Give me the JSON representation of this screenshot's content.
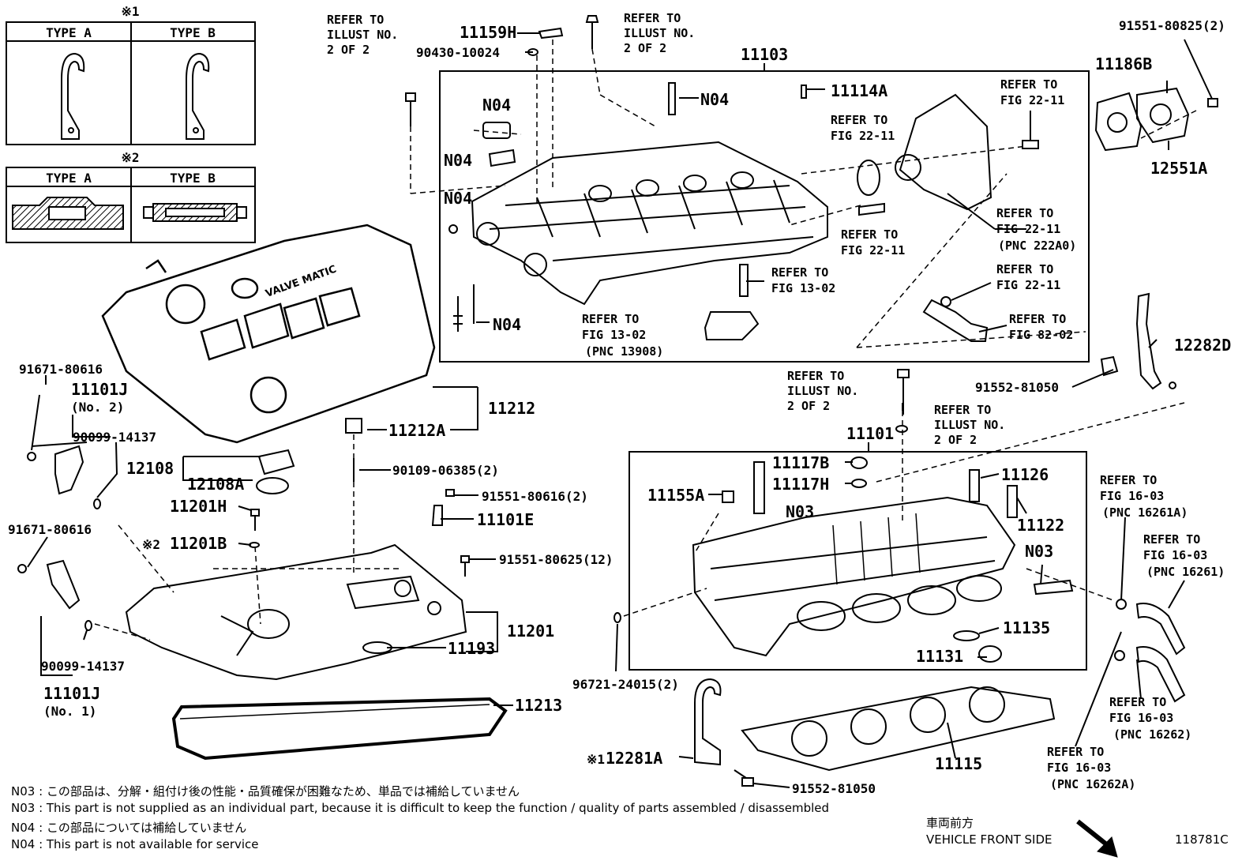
{
  "types1": {
    "mark": "※1",
    "a": "TYPE A",
    "b": "TYPE B"
  },
  "types2": {
    "mark": "※2",
    "a": "TYPE A",
    "b": "TYPE B"
  },
  "refs": {
    "illust_left": [
      "REFER TO",
      "ILLUST NO.",
      "2 OF 2"
    ],
    "illust_top": [
      "REFER TO",
      "ILLUST NO.",
      "2 OF 2"
    ],
    "illust_mid": [
      "REFER TO",
      "ILLUST NO.",
      "2 OF 2"
    ],
    "illust_mid2": [
      "REFER TO",
      "ILLUST NO.",
      "2 OF 2"
    ],
    "fig2211_a": [
      "REFER TO",
      "FIG 22-11"
    ],
    "fig2211_b": [
      "REFER TO",
      "FIG 22-11"
    ],
    "fig2211_c": [
      "REFER TO",
      "FIG 22-11"
    ],
    "fig2211_d": [
      "REFER TO",
      "FIG 22-11",
      "(PNC 222A0)"
    ],
    "fig2211_e": [
      "REFER TO",
      "FIG 22-11"
    ],
    "fig1302_a": [
      "REFER TO",
      "FIG 13-02"
    ],
    "fig1302_b": [
      "REFER TO",
      "FIG 13-02",
      "(PNC 13908)"
    ],
    "fig8202": [
      "REFER TO",
      "FIG 82-02"
    ],
    "fig1603_a": [
      "REFER TO",
      "FIG 16-03",
      "(PNC 16261A)"
    ],
    "fig1603_b": [
      "REFER TO",
      "FIG 16-03",
      "(PNC 16261)"
    ],
    "fig1603_c": [
      "REFER TO",
      "FIG 16-03",
      "(PNC 16262)"
    ],
    "fig1603_d": [
      "REFER TO",
      "FIG 16-03",
      "(PNC 16262A)"
    ]
  },
  "parts": {
    "p11159H": "11159H",
    "p90430": "90430-10024",
    "p11103": "11103",
    "p91551_80825": "91551-80825(2)",
    "p11186B": "11186B",
    "p12551A": "12551A",
    "p11114A": "11114A",
    "n04_a": "N04",
    "n04_b": "N04",
    "n04_c": "N04",
    "n04_d": "N04",
    "n04_e": "N04",
    "p91671_a": "91671-80616",
    "p11101J_2": "11101J",
    "no2": "(No. 2)",
    "p90099_a": "90099-14137",
    "p12108": "12108",
    "p12108A": "12108A",
    "p11201H": "11201H",
    "p11201B": "11201B",
    "mark2": "※2",
    "p91671_b": "91671-80616",
    "p90099_b": "90099-14137",
    "p11101J_1": "11101J",
    "no1": "(No. 1)",
    "p11212A": "11212A",
    "p11212": "11212",
    "p90109": "90109-06385(2)",
    "p91551_80616": "91551-80616(2)",
    "p11101E": "11101E",
    "p91551_80625": "91551-80625(12)",
    "p11201": "11201",
    "p11193": "11193",
    "p11213": "11213",
    "p12282D": "12282D",
    "p91552_a": "91552-81050",
    "p11101": "11101",
    "p11117B": "11117B",
    "p11117H": "11117H",
    "p11155A": "11155A",
    "n03_a": "N03",
    "p11126": "11126",
    "p11122": "11122",
    "n03_b": "N03",
    "p11135": "11135",
    "p11131": "11131",
    "p96721": "96721-24015(2)",
    "p12281A": "12281A",
    "mark1": "※1",
    "p11115": "11115",
    "p91552_b": "91552-81050"
  },
  "notes": [
    "N03 : この部品は、分解・組付け後の性能・品質確保が困難なため、単品では補給していません",
    "N03 : This part is not supplied as an individual part, because it is difficult to keep the function / quality of parts  assembled / disassembled",
    "N04 : この部品については補給していません",
    "N04 : This part is not available for service"
  ],
  "front": {
    "jp": "車両前方",
    "en": "VEHICLE FRONT SIDE"
  },
  "illustration_number": "118781C",
  "cover_emblem_text": "VALVE MATIC"
}
